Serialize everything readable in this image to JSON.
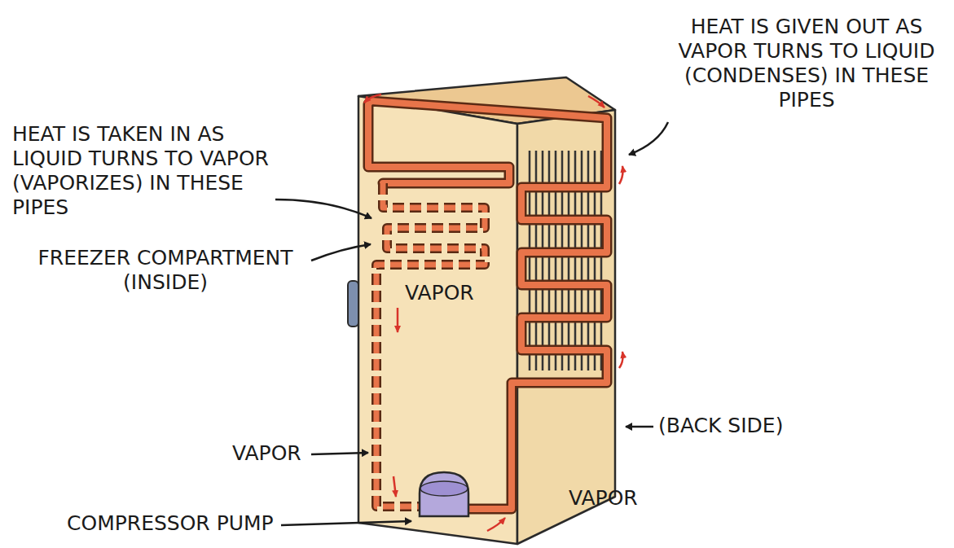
{
  "diagram": {
    "labels": [
      "HEAT IS GIVEN OUT AS VAPOR TURNS TO LIQUID (CONDENSES) IN THESE PIPES",
      "HEAT IS TAKEN IN AS LIQUID TURNS TO VAPOR (VAPORIZES) IN THESE PIPES",
      "FREEZER COMPARTMENT (INSIDE)",
      "VAPOR",
      "(BACK SIDE)",
      "VAPOR",
      "VAPOR",
      "COMPRESSOR PUMP"
    ]
  }
}
